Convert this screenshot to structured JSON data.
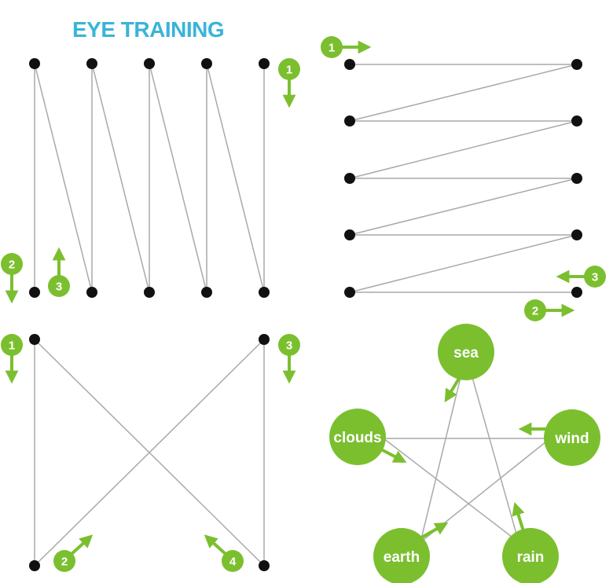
{
  "title": "EYE TRAINING",
  "colors": {
    "title": "#3ab4d8",
    "accent": "#7bbf2f",
    "line": "#a9a9a9",
    "dot": "#111111"
  },
  "panels": {
    "vertical_zigzag": {
      "badges": [
        "1",
        "2",
        "3"
      ]
    },
    "horizontal_zigzag": {
      "badges": [
        "1",
        "2",
        "3"
      ]
    },
    "diagonal_cross": {
      "badges": [
        "1",
        "2",
        "3",
        "4"
      ]
    },
    "star": {
      "words": {
        "sea": "sea",
        "wind": "wind",
        "rain": "rain",
        "earth": "earth",
        "clouds": "clouds"
      }
    }
  }
}
